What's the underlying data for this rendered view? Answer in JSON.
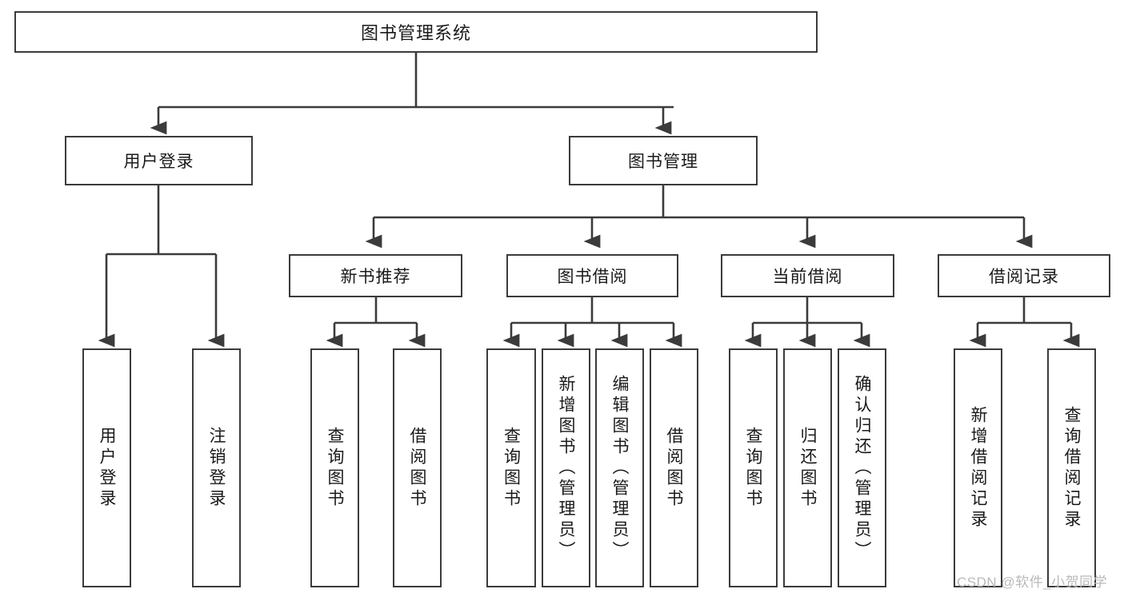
{
  "diagram": {
    "type": "tree-hierarchy",
    "title": "图书管理系统",
    "root": {
      "label": "图书管理系统"
    },
    "level2": [
      {
        "label": "用户登录"
      },
      {
        "label": "图书管理"
      }
    ],
    "level3": [
      {
        "label": "新书推荐"
      },
      {
        "label": "图书借阅"
      },
      {
        "label": "当前借阅"
      },
      {
        "label": "借阅记录"
      }
    ],
    "leaves": {
      "user_login": [
        {
          "label": "用户登录"
        },
        {
          "label": "注销登录"
        }
      ],
      "new_book_recommend": [
        {
          "label": "查询图书"
        },
        {
          "label": "借阅图书"
        }
      ],
      "book_borrow": [
        {
          "label": "查询图书"
        },
        {
          "label": "新增图书（管理员）"
        },
        {
          "label": "编辑图书（管理员）"
        },
        {
          "label": "借阅图书"
        }
      ],
      "current_borrow": [
        {
          "label": "查询图书"
        },
        {
          "label": "归还图书"
        },
        {
          "label": "确认归还（管理员）"
        }
      ],
      "borrow_record": [
        {
          "label": "新增借阅记录"
        },
        {
          "label": "查询借阅记录"
        }
      ]
    },
    "watermark": "CSDN @软件_小贺同学",
    "colors": {
      "stroke": "#3b3b3b",
      "fill": "#ffffff",
      "text": "#1a1a1a",
      "watermark": "#b9b9b9"
    }
  }
}
